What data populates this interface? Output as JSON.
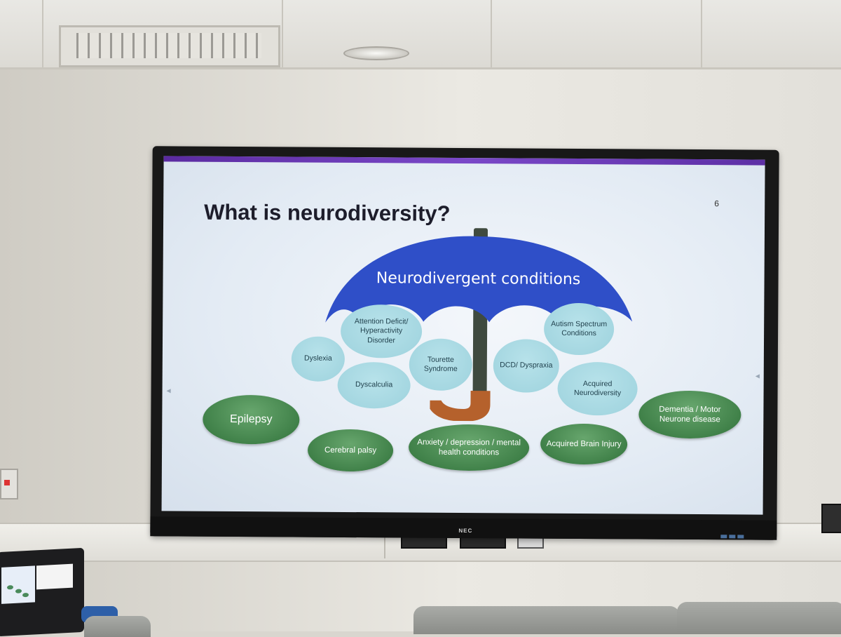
{
  "slide": {
    "title": "What is neurodiversity?",
    "page_number": "6",
    "umbrella_label": "Neurodivergent conditions",
    "neurodivergent_conditions": [
      "Attention Deficit/ Hyperactivity Disorder",
      "Autism Spectrum Conditions",
      "Dyslexia",
      "Tourette Syndrome",
      "DCD/ Dyspraxia",
      "Dyscalculia",
      "Acquired Neurodiversity"
    ],
    "other_conditions": [
      "Epilepsy",
      "Cerebral palsy",
      "Anxiety / depression / mental health conditions",
      "Acquired Brain Injury",
      "Dementia / Motor Neurone disease"
    ]
  },
  "tv": {
    "brand": "NEC"
  },
  "colors": {
    "title_bar": "#5a2aa0",
    "umbrella_canopy": "#2f4fc8",
    "umbrella_shaft": "#3f4a3f",
    "umbrella_handle": "#b5612c",
    "teal_bubble": "#a8d8e2",
    "green_bubble": "#3e7f47"
  }
}
